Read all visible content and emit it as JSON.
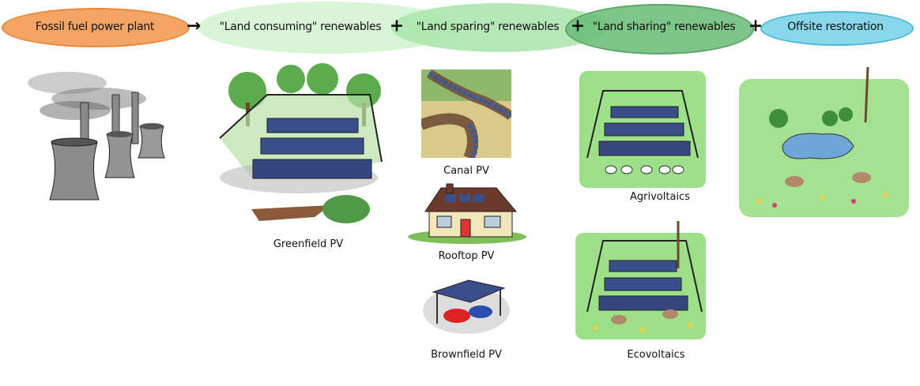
{
  "header": {
    "fossil": "Fossil fuel power plant",
    "arrow": "→",
    "consuming": "\"Land consuming\" renewables",
    "plus1": "+",
    "sparing": "\"Land sparing\" renewables",
    "plus2": "+",
    "sharing": "\"Land sharing\" renewables",
    "plus3": "+",
    "offsite": "Offsite restoration"
  },
  "labels": {
    "greenfield": "Greenfield PV",
    "canal": "Canal PV",
    "rooftop": "Rooftop PV",
    "brownfield": "Brownfield PV",
    "agrivoltaics": "Agrivoltaics",
    "ecovoltaics": "Ecovoltaics"
  },
  "colors": {
    "fossil": "#f4a261",
    "consuming": "#d4f3d4",
    "sparing": "#a6e3a8",
    "sharing": "#6cc07a",
    "offsite": "#7fd6e8",
    "panel": "#3a4f8a"
  }
}
